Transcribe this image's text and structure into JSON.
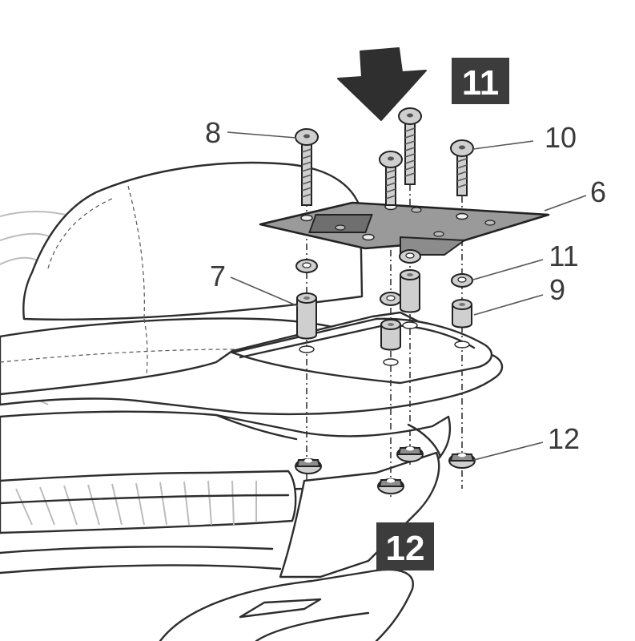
{
  "step_boxes": [
    {
      "id": "step-11",
      "label": "11"
    },
    {
      "id": "step-12",
      "label": "12"
    }
  ],
  "callouts": [
    {
      "id": "part-8",
      "label": "8"
    },
    {
      "id": "part-10",
      "label": "10"
    },
    {
      "id": "part-6",
      "label": "6"
    },
    {
      "id": "part-7",
      "label": "7"
    },
    {
      "id": "part-11",
      "label": "11"
    },
    {
      "id": "part-9",
      "label": "9"
    },
    {
      "id": "part-12",
      "label": "12"
    }
  ],
  "colors": {
    "step_box": "#3c3c3c",
    "arrow": "#2f2f2f",
    "plate": "#9a9a9a",
    "spacer": "#cfcfcf"
  },
  "icons": {
    "direction": "down-arrow-icon"
  }
}
